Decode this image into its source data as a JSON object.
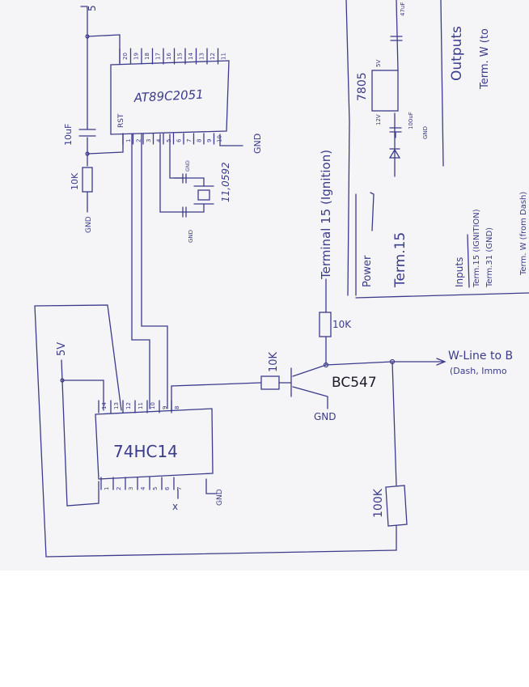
{
  "schematic": {
    "mcu": {
      "name": "AT89C2051",
      "rst": "RST",
      "top_pins": [
        "20",
        "19",
        "18",
        "17",
        "16",
        "15",
        "14",
        "13",
        "12",
        "11"
      ],
      "bottom_pins": [
        "1",
        "2",
        "3",
        "4",
        "5",
        "6",
        "7",
        "8",
        "9",
        "10"
      ],
      "gnd": "GND"
    },
    "reset": {
      "cap": "10uF",
      "res": "10K",
      "gnd": "GND"
    },
    "crystal": {
      "freq": "11,0592",
      "gnd1": "GND",
      "gnd2": "GND"
    },
    "supply_top": "5",
    "inverter": {
      "name": "74HC14",
      "supply": "5V",
      "gnd": "GND",
      "top_pins": [
        "14",
        "13",
        "12",
        "11",
        "10",
        "9",
        "8"
      ],
      "bottom_pins": [
        "1",
        "2",
        "3",
        "4",
        "5",
        "6",
        "7"
      ],
      "nc_mark": "x"
    },
    "transistor": {
      "name": "BC547",
      "base_res": "10K",
      "collector_res": "10K",
      "gnd": "GND"
    },
    "pulldown": "100K",
    "terminal": "Terminal 15 (Ignition)",
    "output": {
      "line1": "W-Line to B",
      "line2": "(Dash, Immo"
    },
    "power_panel": {
      "title": "Power",
      "input": "Term.15",
      "regulator": "7805",
      "v_in": "12V",
      "v_out": "5V",
      "cap_in": "100uF",
      "cap_out": "47uF",
      "gnd": "GND"
    },
    "legend": {
      "inputs_title": "Inputs",
      "inputs": [
        "Term.15 (IGNITION)",
        "Term.31 (GND)",
        "Term. W (from Dash)"
      ],
      "outputs_title": "Outputs",
      "outputs": [
        "Term. W (to"
      ]
    }
  }
}
